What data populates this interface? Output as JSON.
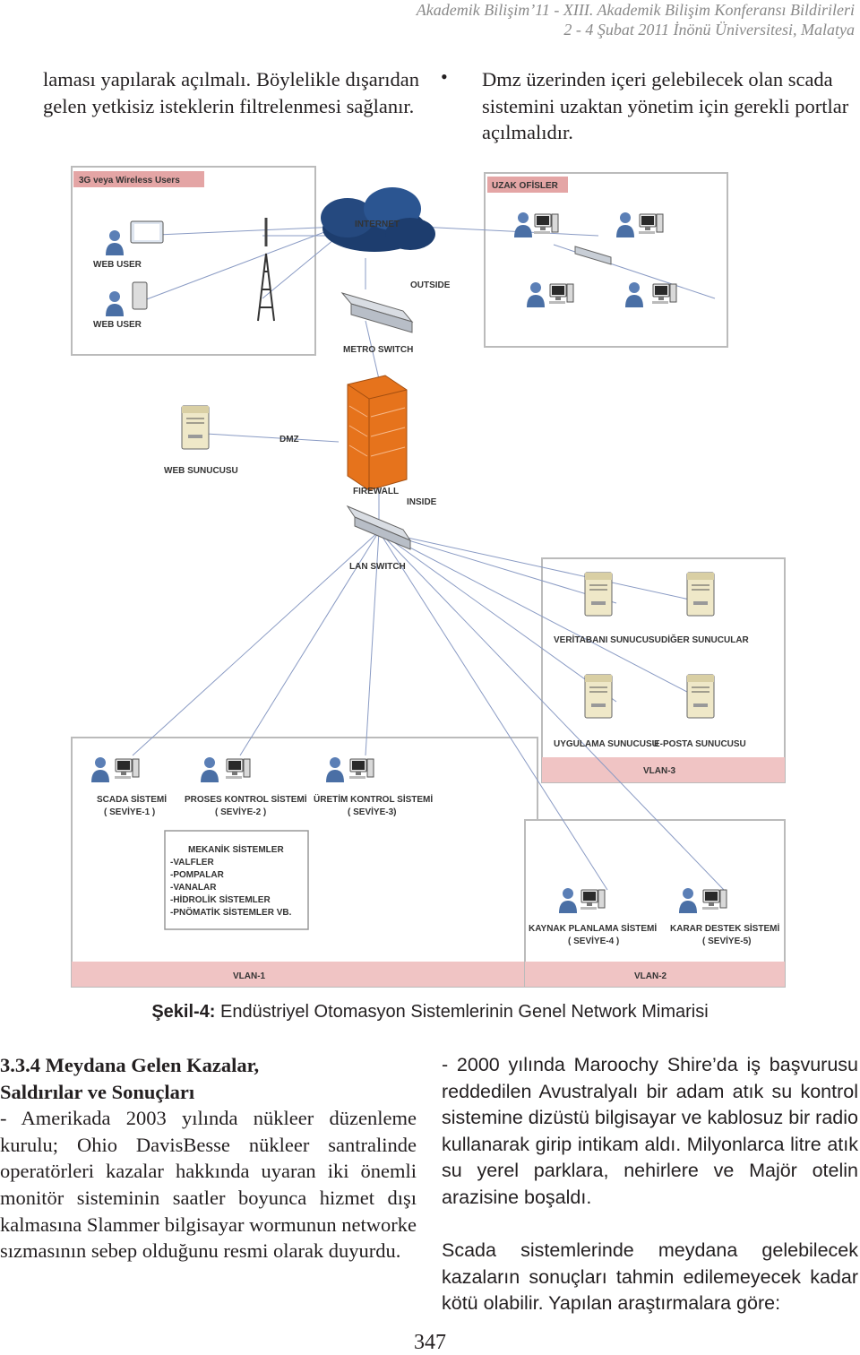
{
  "header": {
    "line1": "Akademik Bilişim’11 - XIII. Akademik Bilişim Konferansı Bildirileri",
    "line2": "2 - 4 Şubat 2011 İnönü Üniversitesi, Malatya"
  },
  "top_left_text": "laması yapılarak açılmalı. Böylelikle dışarıdan gelen yetkisiz isteklerin filtrelenmesi sağlanır.",
  "top_right_bullet": "•",
  "top_right_text": "Dmz üzerinden içeri gelebilecek olan scada sistemini uzaktan yönetim için gerekli portlar açılmalıdır.",
  "figure": {
    "zone_3g": "3G veya Wireless Users",
    "zone_remote": "UZAK OFİSLER",
    "web_user_1": "WEB USER",
    "web_user_2": "WEB USER",
    "internet": "INTERNET",
    "outside": "OUTSIDE",
    "metro_switch": "METRO SWITCH",
    "web_server": "WEB SUNUCUSU",
    "dmz": "DMZ",
    "firewall": "FIREWALL",
    "inside": "INSIDE",
    "lan_switch": "LAN SWITCH",
    "db_server": "VERİTABANI SUNUCUSU",
    "other_servers": "DİĞER SUNUCULAR",
    "app_server": "UYGULAMA SUNUCUSU",
    "email_server": "E-POSTA SUNUCUSU",
    "vlan3": "VLAN-3",
    "scada_1": "SCADA SİSTEMİ",
    "scada_2": "( SEVİYE-1 )",
    "proses_1": "PROSES KONTROL SİSTEMİ",
    "proses_2": "( SEVİYE-2 )",
    "uretim_1": "ÜRETİM KONTROL SİSTEMİ",
    "uretim_2": "( SEVİYE-3)",
    "mech_title": "MEKANİK SİSTEMLER",
    "mech_1": "-VALFLER",
    "mech_2": "-POMPALAR",
    "mech_3": "-VANALAR",
    "mech_4": "-HİDROLİK SİSTEMLER",
    "mech_5": "-PNÖMATİK SİSTEMLER VB.",
    "vlan1": "VLAN-1",
    "kaynak_1": "KAYNAK PLANLAMA SİSTEMİ",
    "kaynak_2": "( SEVİYE-4 )",
    "karar_1": "KARAR DESTEK SİSTEMİ",
    "karar_2": "( SEVİYE-5)",
    "vlan2": "VLAN-2"
  },
  "caption": {
    "label": "Şekil-4:",
    "text": " Endüstriyel Otomasyon Sistemlerinin Genel Network Mimarisi"
  },
  "section_title_1": "3.3.4 Meydana Gelen Kazalar,",
  "section_title_2": "Saldırılar ve Sonuçları",
  "body_left": "- Amerikada 2003 yılında nükleer düzenleme kurulu; Ohio DavisBesse nükleer santralinde operatörleri kazalar hakkında uyaran iki önemli monitör sisteminin saatler boyunca hizmet dışı kalmasına Slammer bilgisayar wormunun networke sızmasının sebep olduğunu resmi olarak duyurdu.",
  "body_right_1": "- 2000 yılında Maroochy Shire’da iş başvurusu reddedilen Avustralyalı bir adam atık su kontrol sistemine dizüstü bilgisayar ve kablosuz bir radio kullanarak girip intikam aldı. Milyonlarca litre atık su yerel parklara, nehirlere ve Majör otelin arazisine boşaldı.",
  "body_right_2": "Scada sistemlerinde meydana gelebilecek kazaların sonuçları tahmin edilemeyecek kadar kötü olabilir. Yapılan araştırmalara göre:",
  "page_number": "347"
}
